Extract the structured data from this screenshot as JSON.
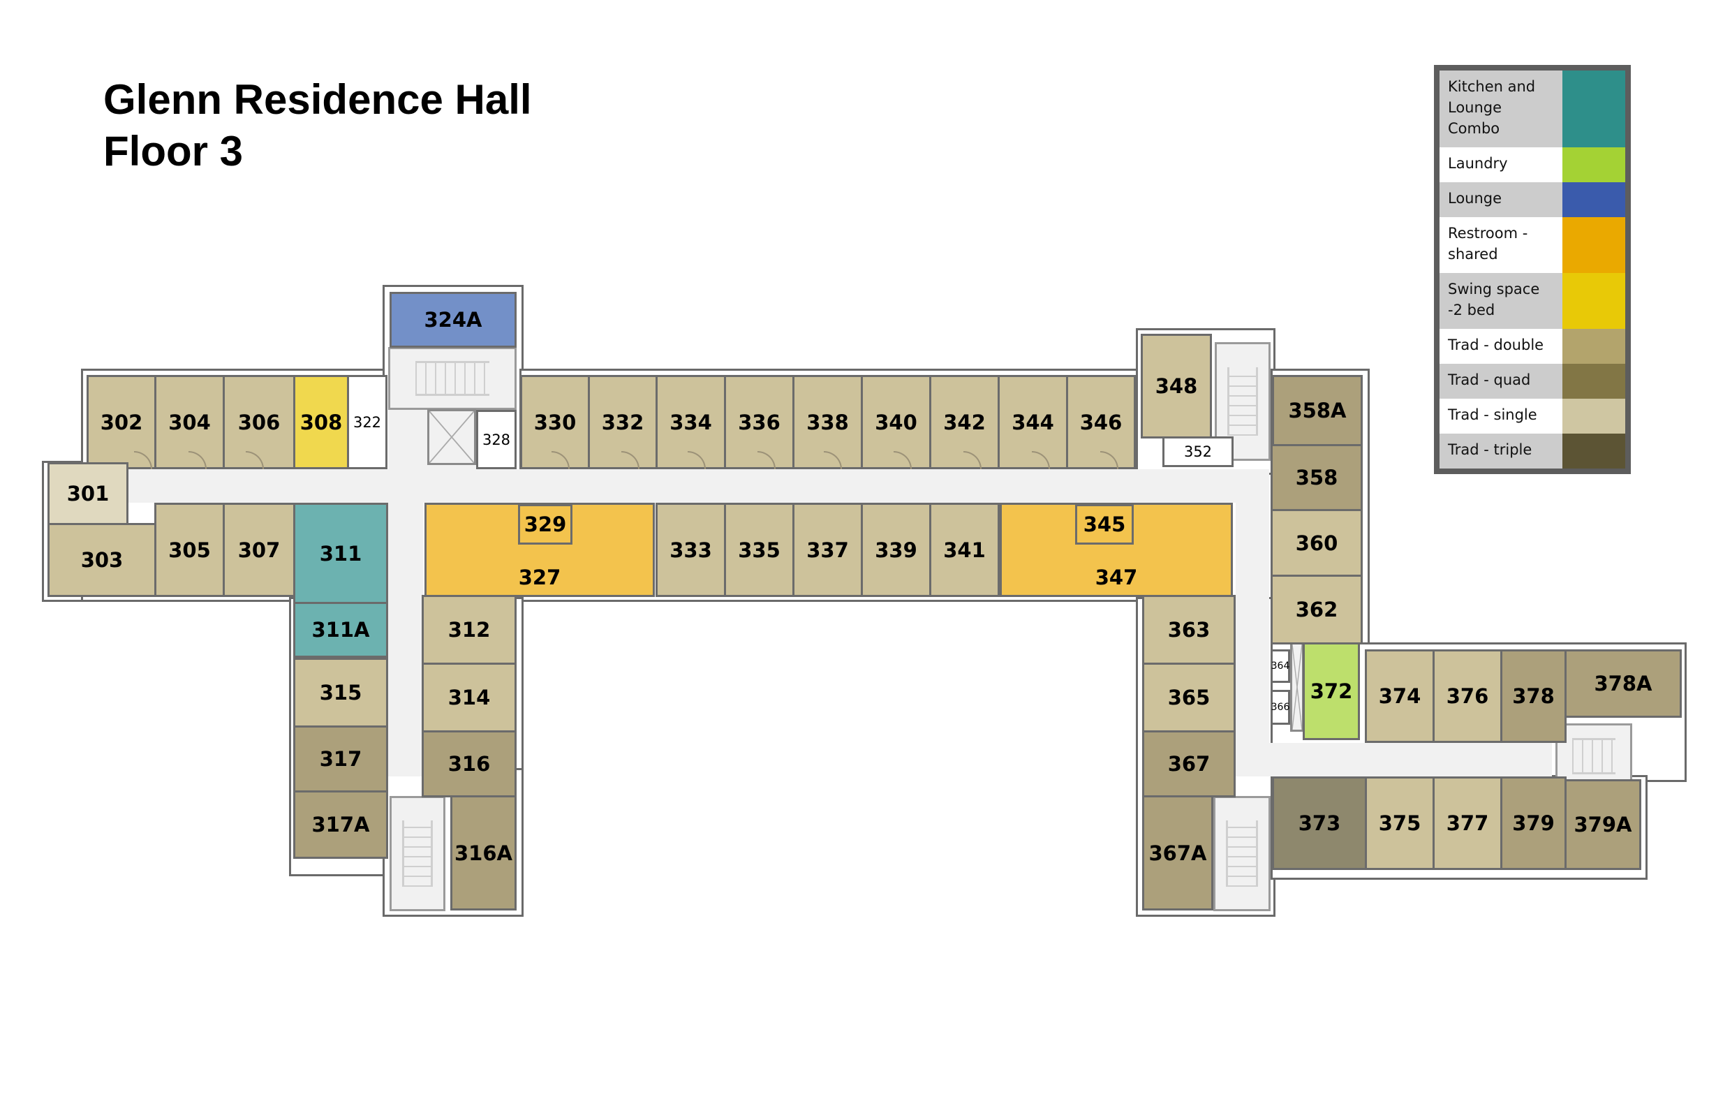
{
  "title": {
    "line1": "Glenn Residence Hall",
    "line2": "Floor 3"
  },
  "legend": {
    "items": [
      {
        "label": "Kitchen and Lounge Combo",
        "color": "#2e8f8a",
        "height": 110
      },
      {
        "label": "Laundry",
        "color": "#a4d234",
        "height": 50
      },
      {
        "label": "Lounge",
        "color": "#3a5bac",
        "height": 50
      },
      {
        "label": "Restroom - shared",
        "color": "#eaa900",
        "height": 80
      },
      {
        "label": "Swing space -2 bed",
        "color": "#e8c907",
        "height": 80
      },
      {
        "label": "Trad - double",
        "color": "#b3a46c",
        "height": 50
      },
      {
        "label": "Trad - quad",
        "color": "#827645",
        "height": 50
      },
      {
        "label": "Trad - single",
        "color": "#cfc6a2",
        "height": 50
      },
      {
        "label": "Trad - triple",
        "color": "#5c5434",
        "height": 50
      }
    ]
  },
  "rooms": {
    "r301": "301",
    "r302": "302",
    "r303": "303",
    "r304": "304",
    "r305": "305",
    "r306": "306",
    "r307": "307",
    "r308": "308",
    "r311": "311",
    "r311A": "311A",
    "r312": "312",
    "r314": "314",
    "r315": "315",
    "r316": "316",
    "r316A": "316A",
    "r317": "317",
    "r317A": "317A",
    "r322": "322",
    "r324A": "324A",
    "r327": "327",
    "r328": "328",
    "r329": "329",
    "r330": "330",
    "r332": "332",
    "r333": "333",
    "r334": "334",
    "r335": "335",
    "r336": "336",
    "r337": "337",
    "r338": "338",
    "r339": "339",
    "r340": "340",
    "r341": "341",
    "r342": "342",
    "r344": "344",
    "r345": "345",
    "r346": "346",
    "r347": "347",
    "r348": "348",
    "r352": "352",
    "r358": "358",
    "r358A": "358A",
    "r360": "360",
    "r362": "362",
    "r363": "363",
    "r364": "364",
    "r365": "365",
    "r366": "366",
    "r367": "367",
    "r367A": "367A",
    "r372": "372",
    "r373": "373",
    "r374": "374",
    "r375": "375",
    "r376": "376",
    "r377": "377",
    "r378": "378",
    "r378A": "378A",
    "r379": "379",
    "r379A": "379A"
  }
}
